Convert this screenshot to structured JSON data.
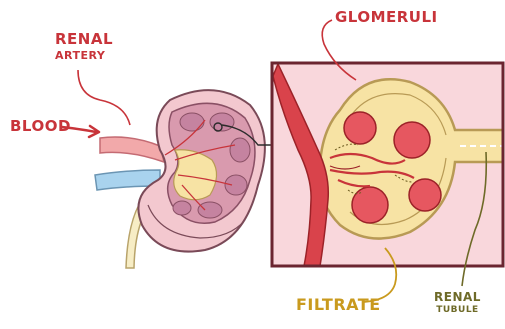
{
  "labels": {
    "renal_artery_line1": "Renal",
    "renal_artery_line2": "Artery",
    "blood": "Blood",
    "glomeruli": "Glomeruli",
    "filtrate": "Filtrate",
    "renal_tubule_line1": "Renal",
    "renal_tubule_line2": "Tubule"
  },
  "colors": {
    "blood_red": "#c8343a",
    "kidney_pink": "#f3c8cf",
    "kidney_outline": "#7a4a58",
    "tissue_yellow": "#f7e3a4",
    "inset_bg": "#f9d7dc",
    "inset_border": "#6b2530",
    "ureter_blue": "#a9d3ee",
    "filtrate_gold": "#c99a1e",
    "tubule_olive": "#6e6a28"
  }
}
